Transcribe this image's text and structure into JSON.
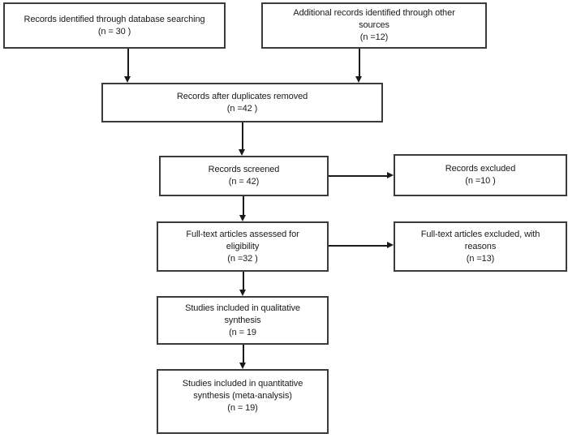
{
  "diagram": {
    "type": "prisma-flowchart",
    "colors": {
      "background": "#ffffff",
      "box_border": "#3b3b3b",
      "arrow": "#1a1a1a",
      "text": "#1a1a1a"
    },
    "boxes": {
      "identified_database": {
        "lines": [
          "Records identified through database searching",
          "(n = 30 )"
        ]
      },
      "identified_other": {
        "lines": [
          "Additional records identified through other",
          "sources",
          "(n =12)"
        ]
      },
      "duplicates_removed": {
        "lines": [
          "Records after duplicates removed",
          "(n =42 )"
        ]
      },
      "screened": {
        "lines": [
          "Records screened",
          "(n = 42)"
        ]
      },
      "excluded": {
        "lines": [
          "Records excluded",
          "(n =10 )"
        ]
      },
      "fulltext_assessed": {
        "lines": [
          "Full-text articles assessed for",
          "eligibility",
          "(n =32 )"
        ]
      },
      "fulltext_excluded": {
        "lines": [
          "Full-text articles excluded, with",
          "reasons",
          "(n =13)"
        ]
      },
      "qualitative_synthesis": {
        "lines": [
          "Studies included in qualitative",
          "synthesis",
          "(n = 19"
        ]
      },
      "quantitative_synthesis": {
        "lines": [
          "Studies included in quantitative",
          "synthesis (meta-analysis)",
          "(n = 19)"
        ]
      }
    }
  }
}
